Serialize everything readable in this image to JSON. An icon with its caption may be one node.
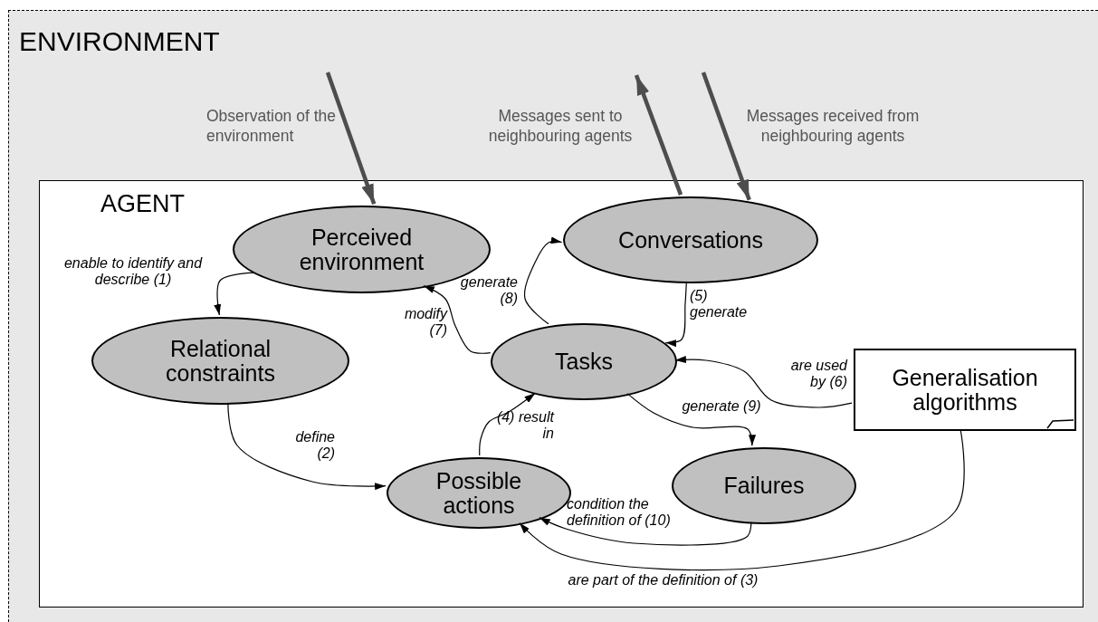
{
  "diagram": {
    "nodes": [
      {
        "text": [
          "ENVIRONMENT"
        ]
      },
      {
        "text": [
          "AGENT"
        ],
        "in": 0
      },
      {
        "text": [
          "Perceived environment"
        ],
        "in": 1
      },
      {
        "text": [
          "Conversations"
        ],
        "in": 1
      },
      {
        "text": [
          "Relational constraints"
        ],
        "in": 1
      },
      {
        "text": [
          "Tasks"
        ],
        "in": 1
      },
      {
        "text": [
          "Generalisation algorithms"
        ],
        "in": 1
      },
      {
        "text": [
          "Possible actions"
        ],
        "in": 1
      },
      {
        "text": [
          "Failures"
        ],
        "in": 1
      }
    ],
    "edges": [
      {
        "from": 2,
        "to": 4,
        "arrow": "to",
        "label": "enable to identify and describe (1)"
      },
      {
        "from": 4,
        "to": 7,
        "arrow": "to",
        "label": "define (2)"
      },
      {
        "from": 6,
        "to": 7,
        "arrow": "to",
        "label": "are part of the definition of (3)"
      },
      {
        "from": 7,
        "to": 5,
        "arrow": "to",
        "label": "(4) result in"
      },
      {
        "from": 3,
        "to": 5,
        "arrow": "to",
        "label": "(5) generate"
      },
      {
        "from": 6,
        "to": 5,
        "arrow": "to",
        "label": "are used by (6)"
      },
      {
        "from": 5,
        "to": 2,
        "arrow": "to",
        "label": "modify (7)"
      },
      {
        "from": 5,
        "to": 3,
        "arrow": "to",
        "label": "generate (8)"
      },
      {
        "from": 5,
        "to": 8,
        "arrow": "to",
        "label": "generate (9)"
      },
      {
        "from": 8,
        "to": 7,
        "arrow": "to",
        "label": "condition the definition of (10)"
      },
      {
        "from": null,
        "to": 2,
        "arrow": "to",
        "label": "Observation of the environment",
        "style": "thick",
        "color": "#4d4d4d"
      },
      {
        "from": 3,
        "to": null,
        "arrow": "to",
        "label": "Messages sent to neighbouring agents",
        "style": "thick",
        "color": "#4d4d4d"
      },
      {
        "from": null,
        "to": 3,
        "arrow": "to",
        "label": "Messages received from neighbouring agents",
        "style": "thick",
        "color": "#4d4d4d"
      }
    ]
  }
}
